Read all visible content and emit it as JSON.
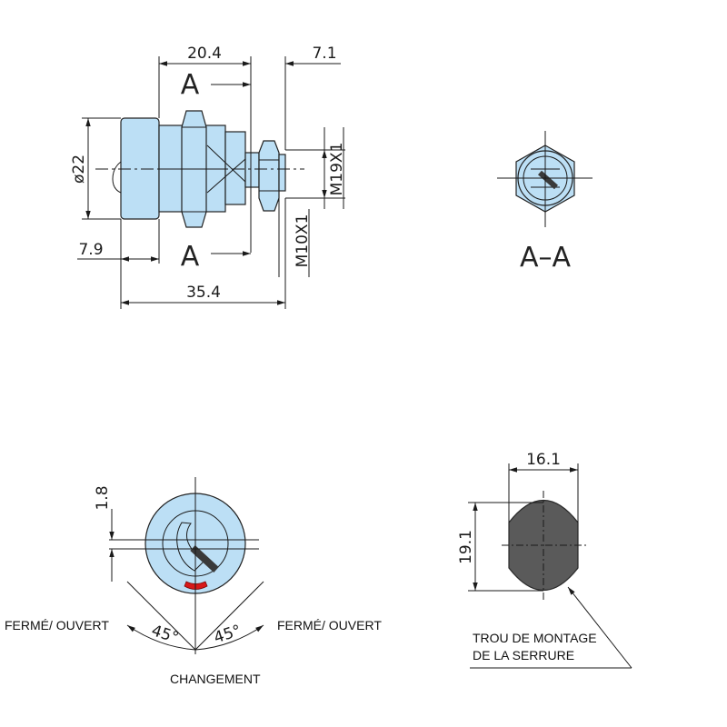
{
  "colors": {
    "part": "#bcdff5",
    "hole": "#5a5a5a",
    "marker": "#d8191a",
    "line": "#1a1a1a"
  },
  "side_view": {
    "dim_length_front": "20.4",
    "dim_length_rear": "7.1",
    "dim_diameter": "ø22",
    "dim_flange": "7.9",
    "dim_total": "35.4",
    "thread_large": "M19X1",
    "thread_small": "M10X1",
    "section_mark": "A"
  },
  "section_view": {
    "label": "A–A"
  },
  "front_view": {
    "dim_offset": "1.8",
    "left_label": "FERMÉ/ OUVERT",
    "right_label": "FERMÉ/ OUVERT",
    "angle_left": "45°",
    "angle_right": "45°",
    "bottom_label": "CHANGEMENT"
  },
  "hole_view": {
    "dim_width": "16.1",
    "dim_height": "19.1",
    "label_line1": "TROU DE MONTAGE",
    "label_line2": "DE LA SERRURE"
  }
}
